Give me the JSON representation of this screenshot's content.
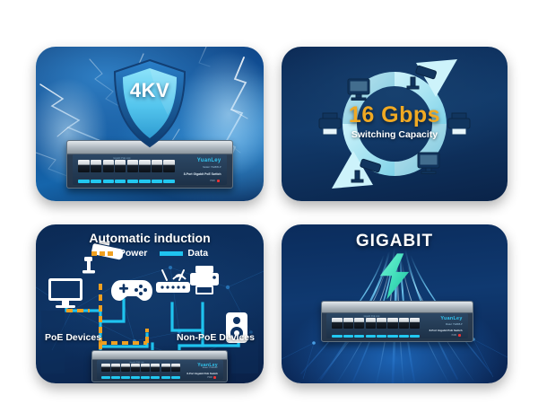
{
  "panels": [
    {
      "id": "surge",
      "name": "surge-protection-panel",
      "badge_text": "4KV",
      "icon": "shield-icon",
      "background": "lightning-storm",
      "device": {
        "brand": "YuanLey",
        "model": "Model: YS2805-P",
        "description": "8-Port Gigabit PoE Switch",
        "caption": "Gigabit PoE Link",
        "power_label": "PWR",
        "port_count": 8,
        "led_count": 8
      }
    },
    {
      "id": "capacity",
      "name": "switching-capacity-panel",
      "headline": "16 Gbps",
      "subhead": "Switching Capacity",
      "icon": "circular-arrows-icon",
      "ring_devices": [
        "monitor-icon",
        "camera-icon",
        "printer-icon",
        "printer-icon",
        "monitor-icon",
        "camera-icon"
      ],
      "colors": {
        "headline": "#f0a923",
        "ring": "#b7eaf3",
        "background": "#0c2a55"
      }
    },
    {
      "id": "induction",
      "name": "automatic-induction-panel",
      "title": "Automatic induction",
      "legend": [
        {
          "label": "Power",
          "style": "dashed",
          "color": "#f0a020"
        },
        {
          "label": "Data",
          "style": "solid",
          "color": "#1fc3ef"
        }
      ],
      "left_label": "PoE Devices",
      "right_label": "Non-PoE Devices",
      "poe_devices": [
        "monitor-icon",
        "camera-icon",
        "gamepad-icon"
      ],
      "nonpoe_devices": [
        "router-icon",
        "printer-icon",
        "speaker-icon"
      ],
      "device": {
        "brand": "YuanLey",
        "model": "Model: YS2805-P",
        "description": "8-Port Gigabit PoE Switch",
        "caption": "Gigabit PoE Link",
        "power_label": "PWR",
        "port_count": 8,
        "led_count": 8
      }
    },
    {
      "id": "gigabit",
      "name": "gigabit-speed-panel",
      "title": "GIGABIT",
      "icon": "lightning-bolt-icon",
      "background": "fiber-light-streaks",
      "colors": {
        "bolt_from": "#4fe8c8",
        "bolt_to": "#2ec6a8",
        "streaks": "#3da9ff"
      },
      "device": {
        "brand": "YuanLey",
        "model": "Model: YS2805-P",
        "description": "8-Port Gigabit PoE Switch",
        "caption": "Gigabit PoE Link",
        "power_label": "PWR",
        "port_count": 8,
        "led_count": 8
      }
    }
  ]
}
